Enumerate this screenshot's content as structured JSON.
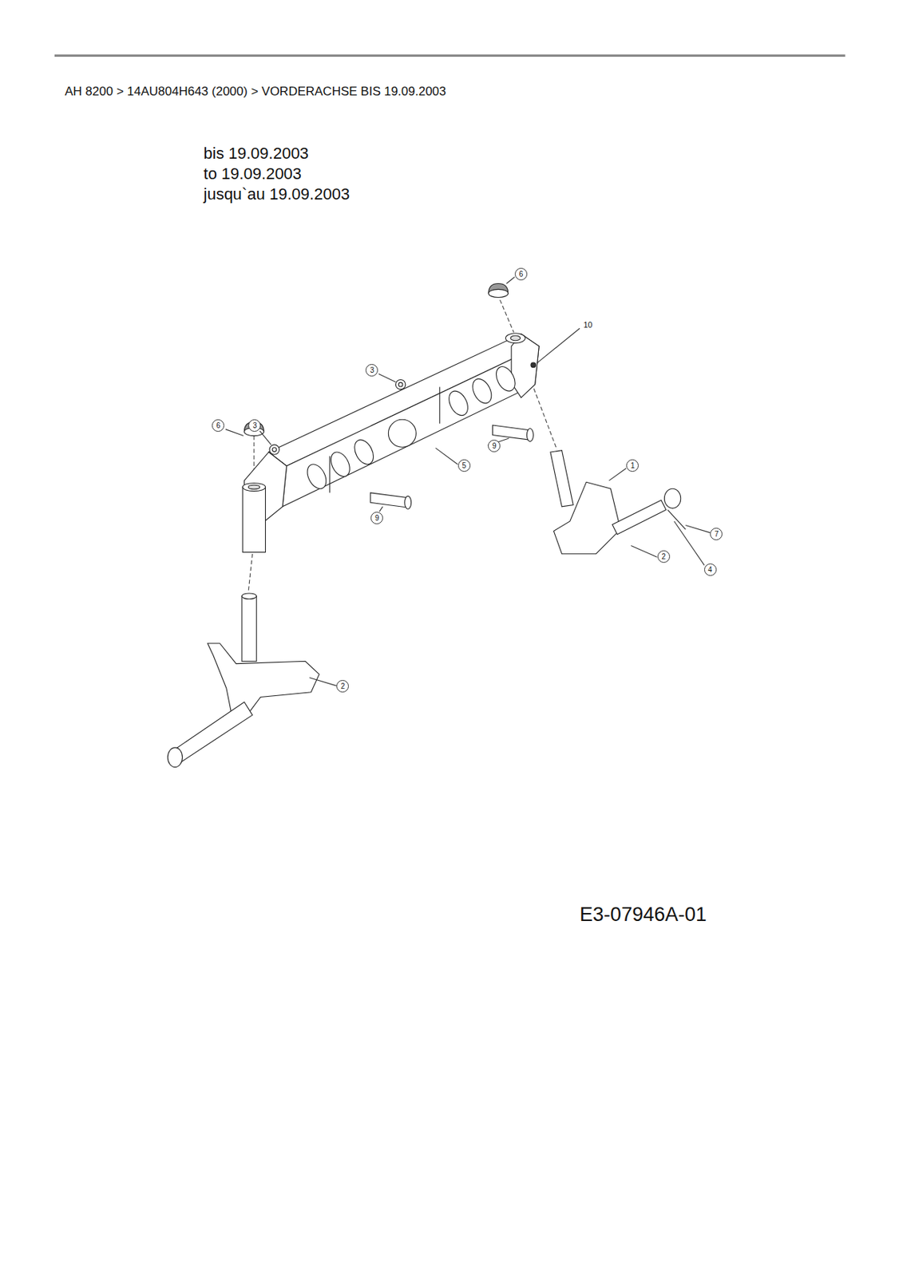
{
  "diagram": {
    "title": "AH 8200  >  14AU804H643 (2000)  >  VORDERACHSE BIS 19.09.2003",
    "labels": [
      "bis 19.09.2003",
      "to 19.09.2003",
      "jusqu`au 19.09.2003",
      "6",
      "10",
      "3",
      "6",
      "3",
      "9",
      "5",
      "9",
      "1",
      "2",
      "7",
      "4",
      "2",
      "E3-07946A-01"
    ]
  }
}
